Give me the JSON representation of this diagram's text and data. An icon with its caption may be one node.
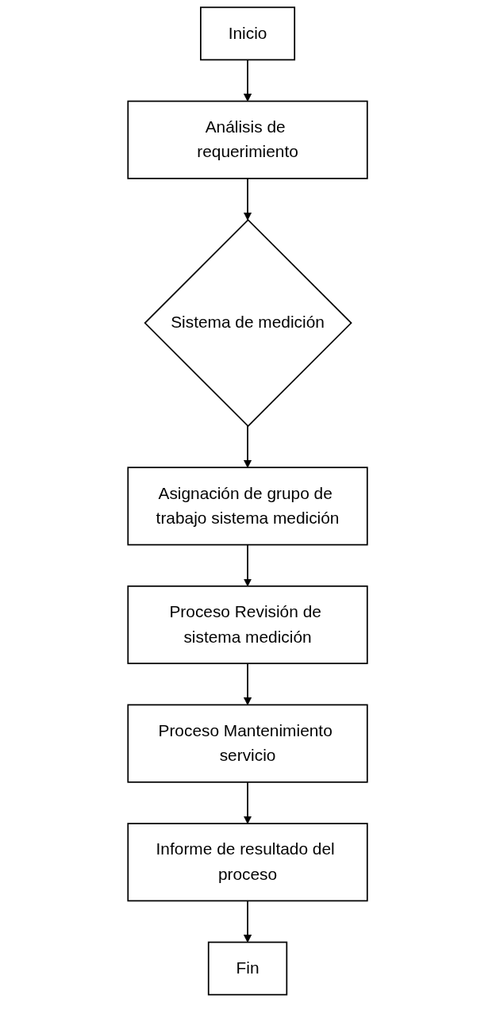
{
  "diagram": {
    "nodes": [
      {
        "text": [
          "Inicio"
        ]
      },
      {
        "text": [
          "Análisis de requerimiento"
        ]
      },
      {
        "text": [
          "Sistema de medición"
        ]
      },
      {
        "text": [
          "Asignación de grupo de trabajo sistema medición"
        ]
      },
      {
        "text": [
          "Proceso Revisión de sistema medición"
        ]
      },
      {
        "text": [
          "Proceso Mantenimiento servicio"
        ]
      },
      {
        "text": [
          "Informe de resultado del proceso"
        ]
      },
      {
        "text": [
          "Fin"
        ]
      }
    ],
    "edges": [
      {
        "from": 0,
        "to": 1,
        "arrow": "to"
      },
      {
        "from": 1,
        "to": 2,
        "arrow": "to"
      },
      {
        "from": 2,
        "to": 3,
        "arrow": "to"
      },
      {
        "from": 3,
        "to": 4,
        "arrow": "to"
      },
      {
        "from": 4,
        "to": 5,
        "arrow": "to"
      },
      {
        "from": 5,
        "to": 6,
        "arrow": "to"
      },
      {
        "from": 6,
        "to": 7,
        "arrow": "to"
      }
    ]
  }
}
